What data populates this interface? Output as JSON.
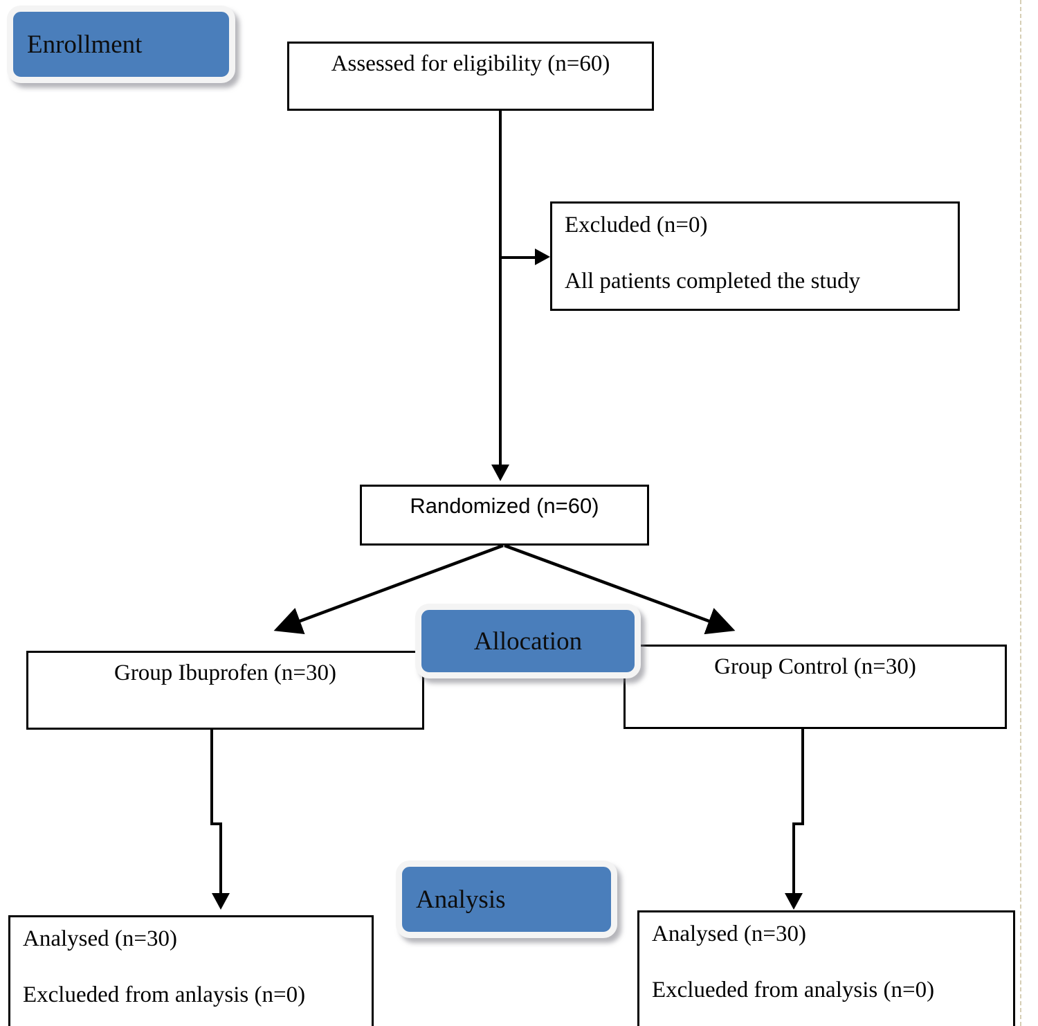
{
  "diagram": {
    "type": "consort-flow-diagram",
    "title": "CONSORT participant flow",
    "accent_color": "#4a7ebb",
    "banner_border_color": "#f4f4f4",
    "line_color": "#000000",
    "background": "#ffffff"
  },
  "banners": [
    {
      "id": "enrollment",
      "label": "Enrollment"
    },
    {
      "id": "allocation",
      "label": "Allocation"
    },
    {
      "id": "analysis",
      "label": "Analysis"
    }
  ],
  "nodes": {
    "assessed": {
      "lines": [
        "Assessed for eligibility (n=60)"
      ]
    },
    "excluded": {
      "lines": [
        "Excluded (n=0)",
        "All patients completed the study"
      ]
    },
    "randomized": {
      "lines": [
        "Randomized (n=60)"
      ]
    },
    "group_ibuprofen": {
      "lines": [
        "Group Ibuprofen (n=30)"
      ]
    },
    "group_control": {
      "lines": [
        "Group Control (n=30)"
      ]
    },
    "analysed_left": {
      "lines": [
        "Analysed (n=30)",
        "Exclueded from anlaysis (n=0)"
      ]
    },
    "analysed_right": {
      "lines": [
        "Analysed (n=30)",
        "Exclueded from analysis (n=0)"
      ]
    }
  },
  "counts": {
    "assessed_for_eligibility": 60,
    "excluded": 0,
    "randomized": 60,
    "group_ibuprofen": 30,
    "group_control": 30,
    "analysed_ibuprofen": 30,
    "excluded_from_analysis_ibuprofen": 0,
    "analysed_control": 30,
    "excluded_from_analysis_control": 0
  }
}
